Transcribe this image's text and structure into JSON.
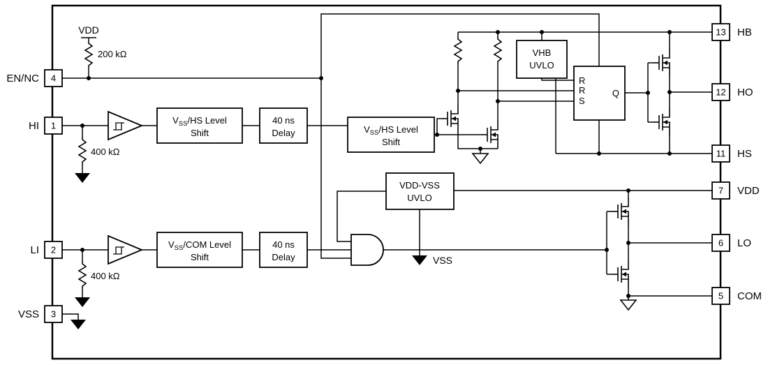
{
  "colors": {
    "ink": "#000000",
    "background": "#ffffff"
  },
  "supply": {
    "vdd_label": "VDD",
    "pullup_value": "200 kΩ",
    "hi_pulldown_value": "400 kΩ",
    "li_pulldown_value": "400 kΩ",
    "vss_net_label": "VSS"
  },
  "pins": {
    "left": [
      {
        "label": "EN/NC",
        "number": "4"
      },
      {
        "label": "HI",
        "number": "1"
      },
      {
        "label": "LI",
        "number": "2"
      },
      {
        "label": "VSS",
        "number": "3"
      }
    ],
    "right": [
      {
        "label": "HB",
        "number": "13"
      },
      {
        "label": "HO",
        "number": "12"
      },
      {
        "label": "HS",
        "number": "11"
      },
      {
        "label": "VDD",
        "number": "7"
      },
      {
        "label": "LO",
        "number": "6"
      },
      {
        "label": "COM",
        "number": "5"
      }
    ]
  },
  "blocks": {
    "hs_level_shift_1": {
      "pre": "V",
      "sub": "SS",
      "post": "/HS Level",
      "line2": "Shift"
    },
    "hs_delay": {
      "line1": "40 ns",
      "line2": "Delay"
    },
    "hs_level_shift_2": {
      "pre": "V",
      "sub": "SS",
      "post": "/HS Level",
      "line2": "Shift"
    },
    "com_level_shift": {
      "pre": "V",
      "sub": "SS",
      "post": "/COM Level",
      "line2": "Shift"
    },
    "li_delay": {
      "line1": "40 ns",
      "line2": "Delay"
    },
    "vdd_uvlo": {
      "line1": "VDD-VSS",
      "line2": "UVLO"
    },
    "vhb_uvlo": {
      "line1": "VHB",
      "line2": "UVLO"
    },
    "latch": {
      "in1": "R",
      "in2": "R",
      "in3": "S",
      "out": "Q"
    }
  }
}
